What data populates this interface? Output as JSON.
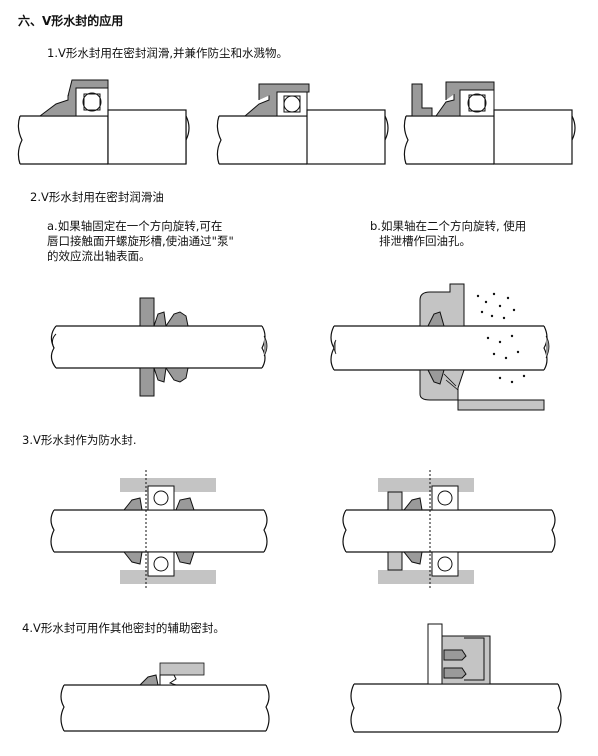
{
  "heading": "六、V形水封的应用",
  "s1": {
    "title": "1.V形水封用在密封润滑,并兼作防尘和水溅物。"
  },
  "s2": {
    "title": "2.V形水封用在密封润滑油",
    "a": {
      "line1": "a.如果轴固定在一个方向旋转,可在",
      "line2": "唇口接触面开螺旋形槽,使油通过\"泵\"",
      "line3": "的效应流出轴表面。"
    },
    "b": {
      "line1": "b.如果轴在二个方向旋转, 使用",
      "line2": "排泄槽作回油孔。"
    }
  },
  "s3": {
    "title": "3.V形水封作为防水封."
  },
  "s4": {
    "title": "4.V形水封可用作其他密封的辅助密封。"
  },
  "colors": {
    "seal": "#9a9a9a",
    "housing": "#c4c4c4",
    "line": "#111111"
  }
}
